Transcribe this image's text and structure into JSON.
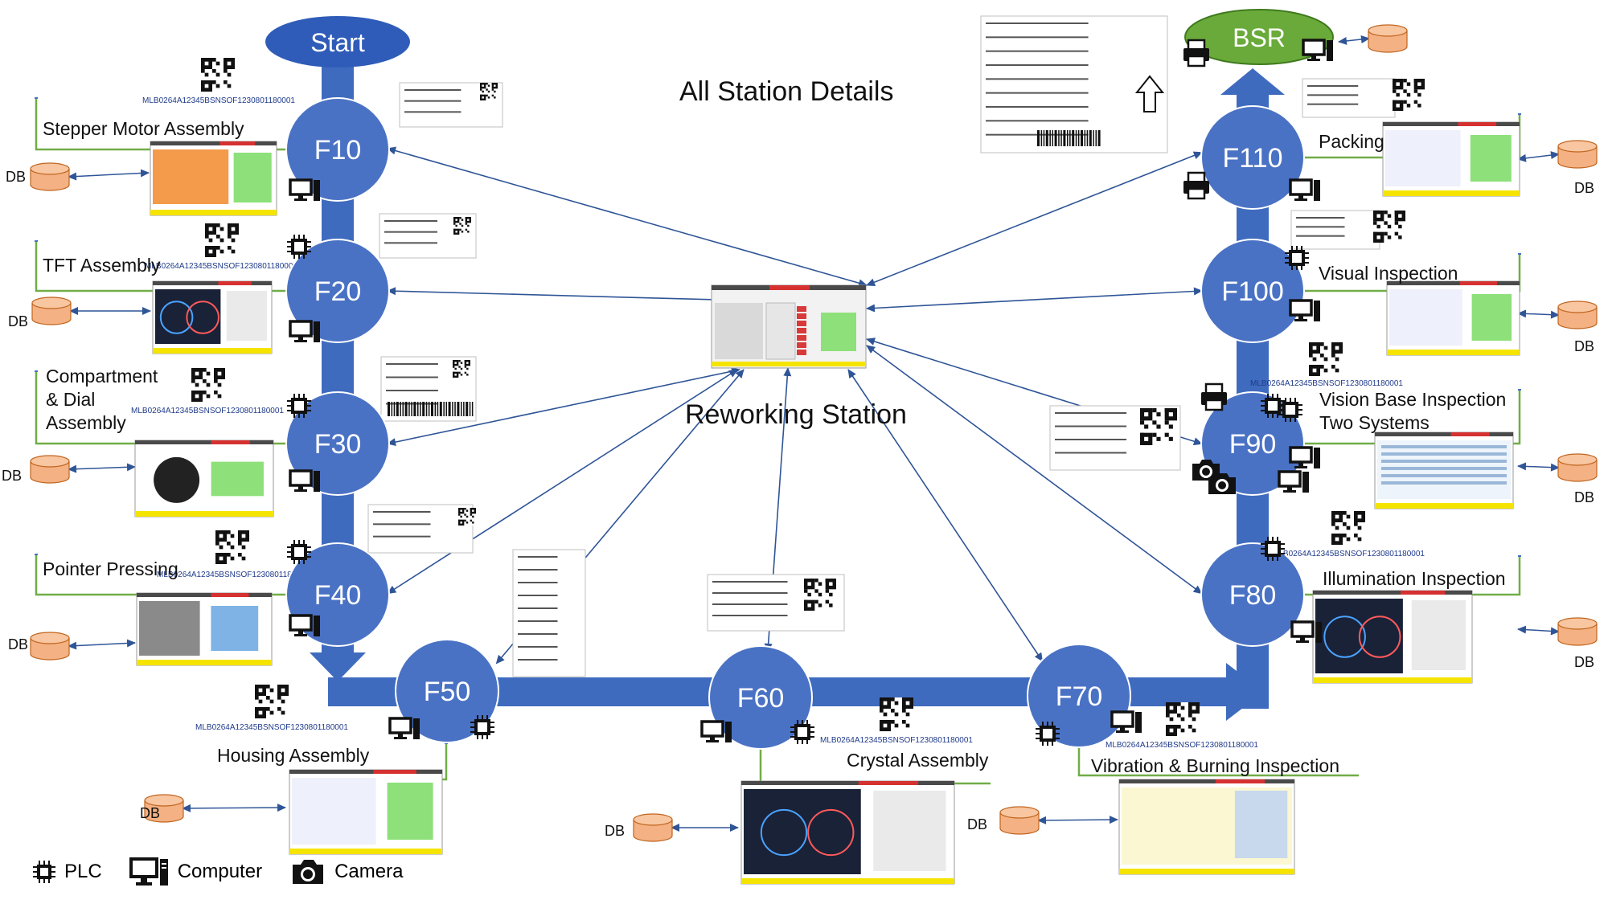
{
  "title": "All Station Details",
  "center_label": "Reworking Station",
  "start_label": "Start",
  "end_label": "BSR",
  "db_label": "DB",
  "stations": [
    {
      "id": "F10",
      "label": "Stepper Motor Assembly"
    },
    {
      "id": "F20",
      "label": "TFT Assembly"
    },
    {
      "id": "F30",
      "label_lines": [
        "Compartment",
        "& Dial",
        "Assembly"
      ]
    },
    {
      "id": "F40",
      "label": "Pointer Pressing"
    },
    {
      "id": "F50",
      "label": "Housing Assembly"
    },
    {
      "id": "F60",
      "label": "Crystal Assembly"
    },
    {
      "id": "F70",
      "label": "Vibration & Burning Inspection"
    },
    {
      "id": "F80",
      "label": "Illumination Inspection"
    },
    {
      "id": "F90",
      "label_lines": [
        "Vision Base Inspection",
        "Two Systems"
      ]
    },
    {
      "id": "F100",
      "label": "Visual Inspection"
    },
    {
      "id": "F110",
      "label": "Packing"
    }
  ],
  "qr_caption": "MLB0264A12345BSNSOF1230801180001",
  "legend": [
    {
      "icon": "plc-icon",
      "label": "PLC"
    },
    {
      "icon": "computer-icon",
      "label": "Computer"
    },
    {
      "icon": "camera-icon",
      "label": "Camera"
    }
  ],
  "colors": {
    "flow": "#3f6bbf",
    "node": "#4a72c4",
    "start": "#2e5cb8",
    "bsr": "#6aaa3a",
    "db": "#f4b183",
    "line": "#70ad47",
    "arrow": "#2f5597"
  }
}
